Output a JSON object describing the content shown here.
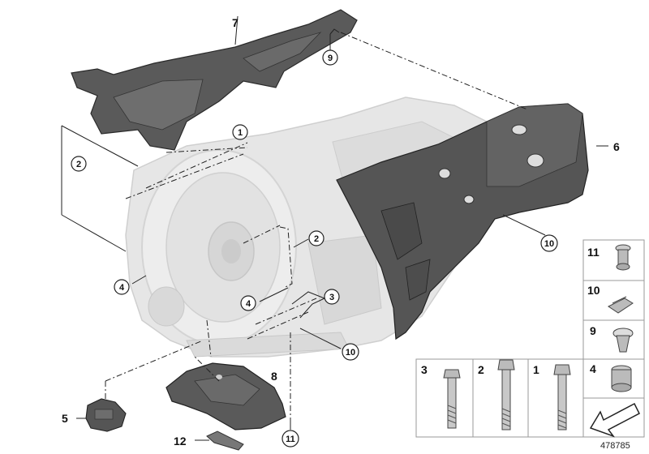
{
  "diagram_id": "478785",
  "callouts": {
    "c7": "7",
    "c9": "9",
    "c1": "1",
    "c2a": "2",
    "c6": "6",
    "c2b": "2",
    "c10a": "10",
    "c4a": "4",
    "c4b": "4",
    "c3": "3",
    "c10b": "10",
    "c8": "8",
    "c5": "5",
    "c12": "12",
    "c11": "11"
  },
  "legend": {
    "side": [
      "11",
      "10",
      "9",
      "4"
    ],
    "bottom": [
      "3",
      "2",
      "1"
    ]
  },
  "colors": {
    "line": "#222222",
    "gearbox_body": "#e6e6e6",
    "gearbox_edge": "#cfcfcf",
    "dark_part": "#5a5a5a",
    "dark_part_edge": "#2a2a2a",
    "legend_border": "#999999"
  }
}
